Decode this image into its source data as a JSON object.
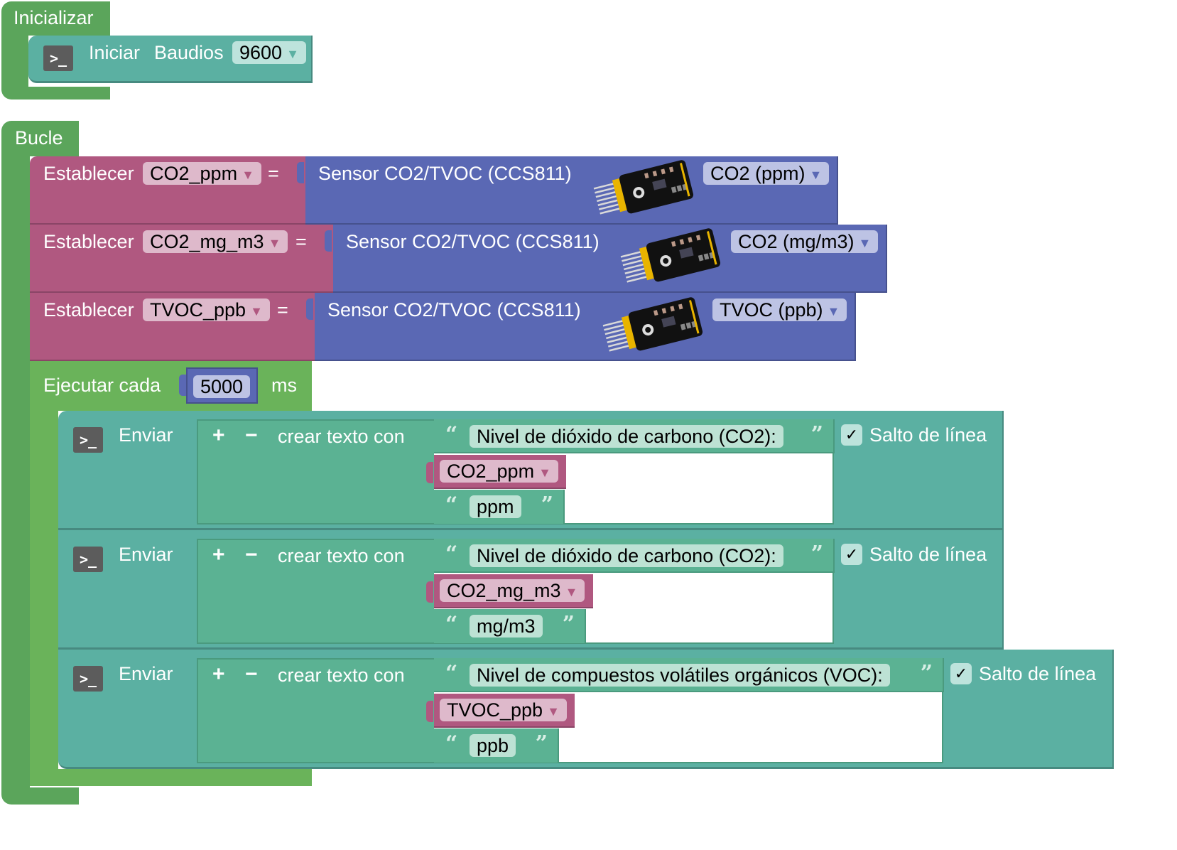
{
  "init_block": {
    "title": "Inicializar",
    "serial_begin": {
      "icon": "terminal-icon",
      "label": "Iniciar",
      "baud_label": "Baudios",
      "baud_value": "9600"
    }
  },
  "loop_block": {
    "title": "Bucle",
    "set_statements": [
      {
        "label": "Establecer",
        "variable": "CO2_ppm",
        "equals": "=",
        "sensor_label": "Sensor CO2/TVOC (CCS811)",
        "sensor_image": "ccs811-sensor-board",
        "measurement": "CO2 (ppm)"
      },
      {
        "label": "Establecer",
        "variable": "CO2_mg_m3",
        "equals": "=",
        "sensor_label": "Sensor CO2/TVOC (CCS811)",
        "sensor_image": "ccs811-sensor-board",
        "measurement": "CO2 (mg/m3)"
      },
      {
        "label": "Establecer",
        "variable": "TVOC_ppb",
        "equals": "=",
        "sensor_label": "Sensor CO2/TVOC (CCS811)",
        "sensor_image": "ccs811-sensor-board",
        "measurement": "TVOC (ppb)"
      }
    ],
    "every": {
      "label": "Ejecutar cada",
      "value": "5000",
      "unit": "ms"
    },
    "send_statements": [
      {
        "icon": "terminal-icon",
        "label": "Enviar",
        "plus": "+",
        "minus": "−",
        "join_label": "crear texto con",
        "text1": "Nivel de dióxido de carbono (CO2):",
        "variable": "CO2_ppm",
        "text2": "ppm",
        "newline_checked": true,
        "newline_label": "Salto de línea"
      },
      {
        "icon": "terminal-icon",
        "label": "Enviar",
        "plus": "+",
        "minus": "−",
        "join_label": "crear texto con",
        "text1": "Nivel de dióxido de carbono (CO2):",
        "variable": "CO2_mg_m3",
        "text2": "mg/m3",
        "newline_checked": true,
        "newline_label": "Salto de línea"
      },
      {
        "icon": "terminal-icon",
        "label": "Enviar",
        "plus": "+",
        "minus": "−",
        "join_label": "crear texto con",
        "text1": "Nivel de compuestos volátiles orgánicos (VOC):",
        "variable": "TVOC_ppb",
        "text2": "ppb",
        "newline_checked": true,
        "newline_label": "Salto de línea"
      }
    ]
  },
  "glyphs": {
    "dropdown": "▼",
    "open_quote": "“",
    "close_quote": "”",
    "check": "✓",
    "terminal": ">_"
  },
  "colors": {
    "event": "#5ba55b",
    "timer": "#6ab35a",
    "serial": "#5bb0a2",
    "text": "#5bb293",
    "variable": "#b05880",
    "sensor": "#5a68b4"
  }
}
